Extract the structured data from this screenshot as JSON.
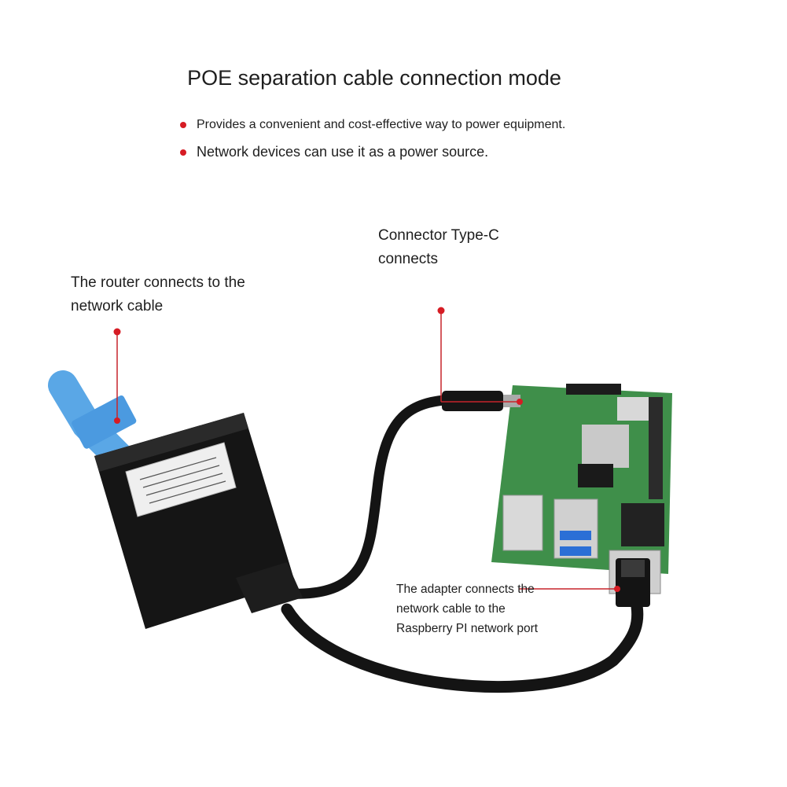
{
  "header": {
    "title": "POE separation cable connection mode",
    "bullets": [
      "Provides a convenient and cost-effective way to power equipment.",
      "Network devices can use it as a power source."
    ]
  },
  "callouts": {
    "router": {
      "line1": "The router connects to the",
      "line2": "network cable"
    },
    "typec": {
      "line1": "Connector Type-C",
      "line2": "connects"
    },
    "adapter": {
      "line1": "The adapter connects the",
      "line2": "network cable to the",
      "line3": "Raspberry PI network port"
    }
  },
  "colors": {
    "accent": "#d61c24",
    "board_green": "#3f8f4a",
    "cable_blue": "#5aa7e6",
    "splitter_black": "#151515"
  }
}
